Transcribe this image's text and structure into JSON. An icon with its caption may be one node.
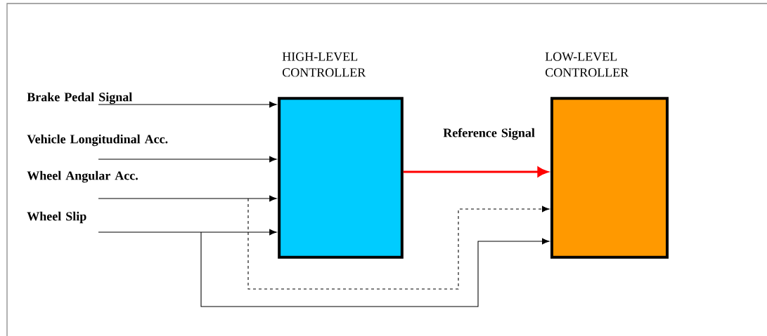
{
  "diagram": {
    "nodes": [
      {
        "text": [
          "HIGH-LEVEL CONTROLLER"
        ]
      },
      {
        "text": [
          "LOW-LEVEL CONTROLLER"
        ]
      }
    ],
    "edges": [
      {
        "from": null,
        "to": 0,
        "arrow": "to",
        "label": "Brake Pedal Signal"
      },
      {
        "from": null,
        "to": 0,
        "arrow": "to",
        "label": "Vehicle Longitudinal Acc."
      },
      {
        "from": null,
        "to": 0,
        "arrow": "to",
        "label": "Wheel Angular Acc."
      },
      {
        "from": null,
        "to": 0,
        "arrow": "to",
        "label": "Wheel Slip"
      },
      {
        "from": 0,
        "to": 1,
        "arrow": "to",
        "label": "Reference Signal",
        "style": "thick",
        "color": "#ff0000"
      },
      {
        "from": null,
        "to": 1,
        "arrow": "to",
        "style": "dashed"
      },
      {
        "from": null,
        "to": 1,
        "arrow": "to"
      }
    ]
  }
}
